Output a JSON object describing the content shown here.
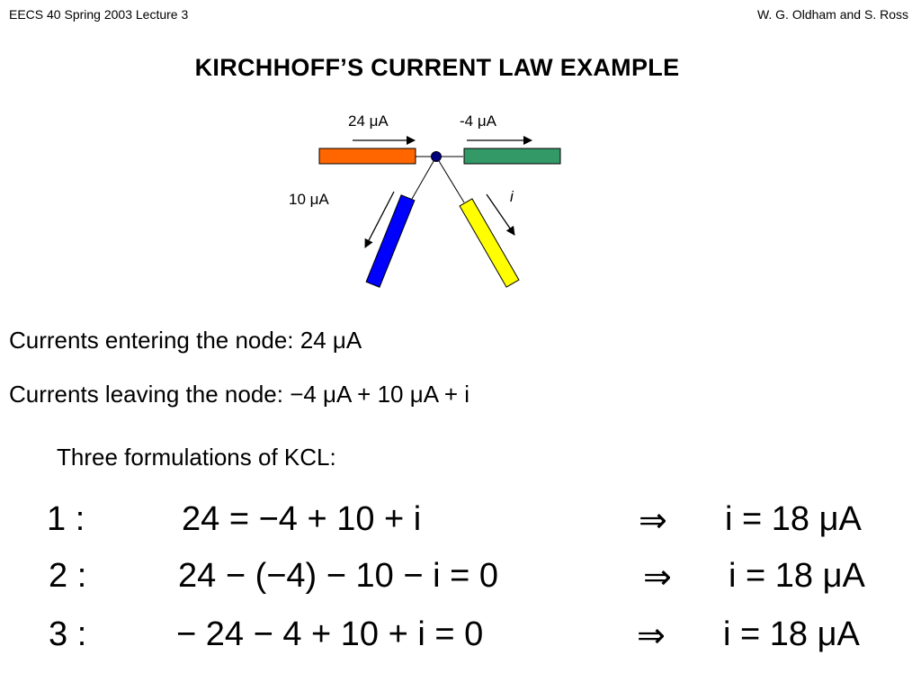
{
  "header": {
    "left": "EECS 40  Spring 2003  Lecture 3",
    "right": "W. G. Oldham and S. Ross"
  },
  "title": "KIRCHHOFF’S CURRENT LAW EXAMPLE",
  "diagram": {
    "label_top_left": "24 μA",
    "label_top_right": "-4 μA",
    "label_bottom_left": "10 μA",
    "label_bottom_right": "i",
    "colors": {
      "orange": "#ff6600",
      "green": "#339966",
      "blue": "#0000ff",
      "yellow": "#ffff00",
      "node": "#000080"
    }
  },
  "entering": "Currents entering the node: 24 μA",
  "leaving": "Currents leaving the node: −4 μA + 10 μA + i",
  "subtitle": "Three formulations of KCL:",
  "formulations": [
    {
      "num": "1 :",
      "eq": "24 = −4 + 10 + i",
      "arrow": "⇒",
      "result": "i = 18 μA"
    },
    {
      "num": "2 :",
      "eq": "24 − (−4) − 10 − i = 0",
      "arrow": "⇒",
      "result": "i = 18 μA"
    },
    {
      "num": "3 :",
      "eq": "− 24 − 4 + 10 + i = 0",
      "arrow": "⇒",
      "result": "i = 18 μA"
    }
  ]
}
